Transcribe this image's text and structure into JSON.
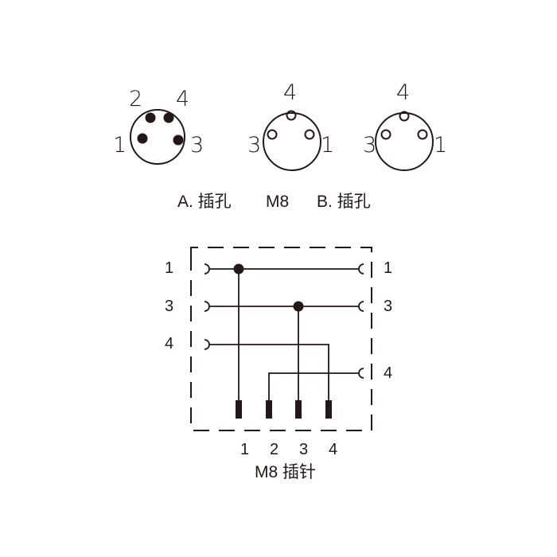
{
  "connectors": {
    "a": {
      "type": "female-4-pin",
      "pin_labels": {
        "p2": "2",
        "p4": "4",
        "p1": "1",
        "p3": "3"
      }
    },
    "b": {
      "type": "female-3-hole",
      "pin_labels": {
        "p4": "4",
        "p3": "3",
        "p1": "1"
      }
    },
    "c": {
      "type": "female-3-hole",
      "pin_labels": {
        "p4": "4",
        "p3": "3",
        "p1": "1"
      }
    }
  },
  "captions": {
    "a": "A. 插孔",
    "m8": "M8",
    "b": "B. 插孔"
  },
  "wiring": {
    "left_labels": [
      "1",
      "3",
      "4"
    ],
    "right_labels": [
      "1",
      "3",
      "4"
    ],
    "bottom_pin_labels": [
      "1",
      "2",
      "3",
      "4"
    ],
    "bottom_caption": "M8 插针",
    "connections": [
      {
        "from": "A.1",
        "to": [
          "B.1",
          "M8.1"
        ]
      },
      {
        "from": "A.3",
        "to": [
          "B.3",
          "M8.3"
        ]
      },
      {
        "from": "A.4",
        "to": [
          "M8.4"
        ]
      },
      {
        "from": "B.4",
        "to": [
          "M8.2"
        ]
      }
    ]
  },
  "colors": {
    "ink": "#231815",
    "background": "#ffffff"
  }
}
